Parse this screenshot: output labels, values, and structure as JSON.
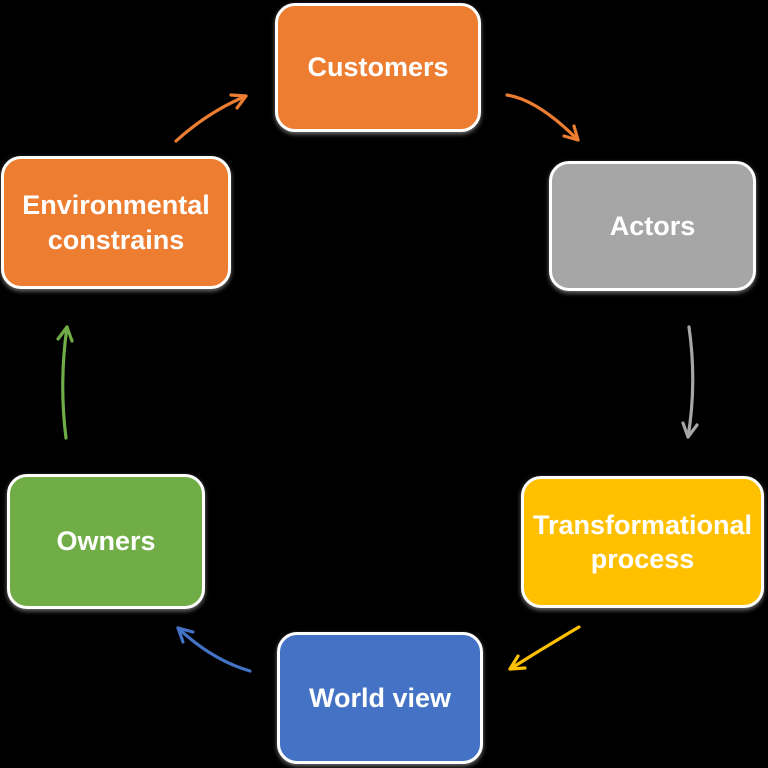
{
  "diagram": {
    "background_color": "#000000",
    "text_color": "#FFFFFF",
    "border_color": "#FFFFFF",
    "nodes": [
      {
        "id": "customers",
        "label": "Customers",
        "color": "#ED7D31"
      },
      {
        "id": "actors",
        "label": "Actors",
        "color": "#A6A6A6"
      },
      {
        "id": "transformational-process",
        "label": "Transformational process",
        "color": "#FFC000"
      },
      {
        "id": "world-view",
        "label": "World view",
        "color": "#4472C4"
      },
      {
        "id": "owners",
        "label": "Owners",
        "color": "#70AD47"
      },
      {
        "id": "environmental-constrains",
        "label": "Environmental constrains",
        "color": "#ED7D31"
      }
    ],
    "arrows": [
      {
        "from": "environmental-constrains",
        "to": "customers",
        "color": "#ED7D31"
      },
      {
        "from": "customers",
        "to": "actors",
        "color": "#ED7D31"
      },
      {
        "from": "actors",
        "to": "transformational-process",
        "color": "#A6A6A6"
      },
      {
        "from": "transformational-process",
        "to": "world-view",
        "color": "#FFC000"
      },
      {
        "from": "world-view",
        "to": "owners",
        "color": "#4472C4"
      },
      {
        "from": "owners",
        "to": "environmental-constrains",
        "color": "#70AD47"
      }
    ]
  }
}
